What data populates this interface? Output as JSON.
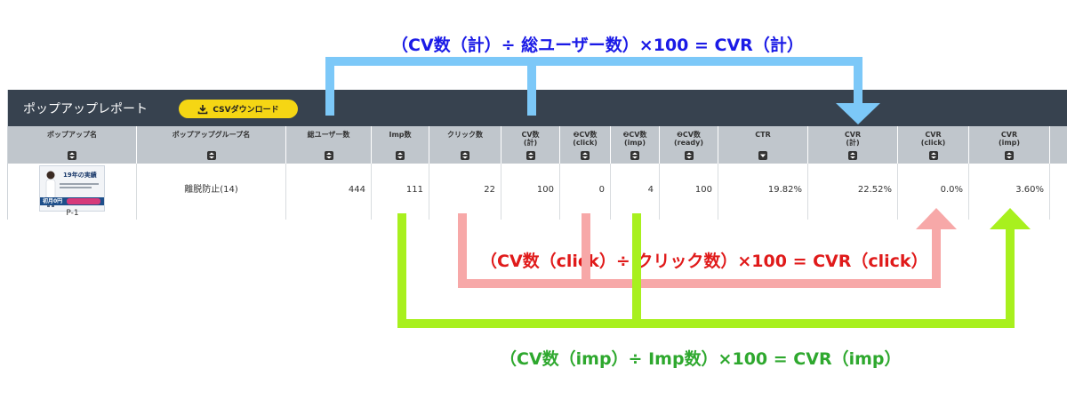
{
  "formulas": {
    "total": "（CV数（計）÷ 総ユーザー数）×100 = CVR（計）",
    "click": "（CV数（click）÷ クリック数）×100 = CVR（click）",
    "imp": "（CV数（imp）÷ Imp数）×100 = CVR（imp）"
  },
  "colors": {
    "total": "#7cc8f8",
    "click": "#f7a8a8",
    "imp": "#a8f01e",
    "header_bg": "#37424f",
    "button": "#f5d614"
  },
  "report": {
    "title": "ポップアップレポート",
    "csv_button": "CSVダウンロード",
    "columns": [
      {
        "line1": "ポップアップ名",
        "line2": "",
        "sort_icon": "sort-icon"
      },
      {
        "line1": "ポップアップグループ名",
        "line2": "",
        "sort_icon": "sort-icon"
      },
      {
        "line1": "総ユーザー数",
        "line2": "",
        "sort_icon": "sort-icon"
      },
      {
        "line1": "Imp数",
        "line2": "",
        "sort_icon": "sort-icon"
      },
      {
        "line1": "クリック数",
        "line2": "",
        "sort_icon": "sort-icon"
      },
      {
        "line1": "CV数",
        "line2": "(計)",
        "sort_icon": "sort-icon"
      },
      {
        "line1": "❷CV数",
        "line2": "(click)",
        "sort_icon": "sort-icon"
      },
      {
        "line1": "❷CV数",
        "line2": "(imp)",
        "sort_icon": "sort-icon"
      },
      {
        "line1": "❷CV数",
        "line2": "(ready)",
        "sort_icon": "sort-icon"
      },
      {
        "line1": "CTR",
        "line2": "",
        "sort_icon": "sort-desc-icon"
      },
      {
        "line1": "CVR",
        "line2": "(計)",
        "sort_icon": "sort-icon"
      },
      {
        "line1": "CVR",
        "line2": "(click)",
        "sort_icon": "sort-icon"
      },
      {
        "line1": "CVR",
        "line2": "(imp)",
        "sort_icon": "sort-icon"
      }
    ],
    "row": {
      "popup_id": "P-1",
      "thumbnail": {
        "title": "19年の実績",
        "price": "初月0円"
      },
      "group": "離脱防止(14)",
      "total_users": "444",
      "imp": "111",
      "clicks": "22",
      "cv_total": "100",
      "cv_click": "0",
      "cv_imp": "4",
      "cv_ready": "100",
      "ctr": "19.82%",
      "cvr_total": "22.52%",
      "cvr_click": "0.0%",
      "cvr_imp": "3.60%"
    }
  }
}
